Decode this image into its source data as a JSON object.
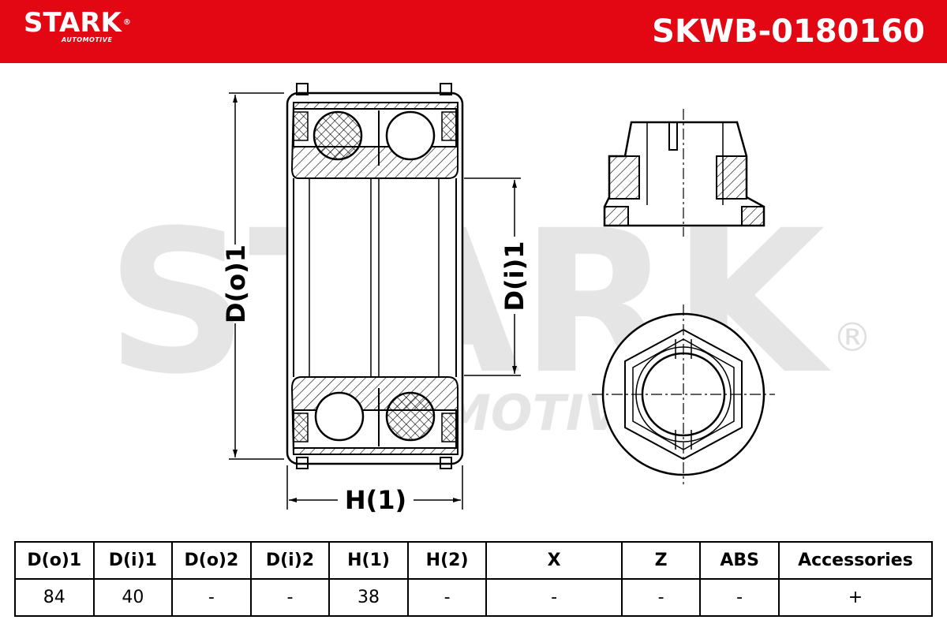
{
  "brand": {
    "name": "STARK",
    "tagline": "AUTOMOTIVE",
    "registered": "®",
    "color": "#e30613"
  },
  "part_number": "SKWB-0180160",
  "watermark": {
    "main": "STARK",
    "sub": "AUTOMOTIVE",
    "registered": "®"
  },
  "dimension_labels": {
    "outer_diameter": "D(o)1",
    "inner_diameter": "D(i)1",
    "height": "H(1)"
  },
  "specs": {
    "headers": [
      "D(o)1",
      "D(i)1",
      "D(o)2",
      "D(i)2",
      "H(1)",
      "H(2)",
      "X",
      "Z",
      "ABS",
      "Accessories"
    ],
    "values": [
      "84",
      "40",
      "-",
      "-",
      "38",
      "-",
      "-",
      "-",
      "-",
      "+"
    ]
  }
}
